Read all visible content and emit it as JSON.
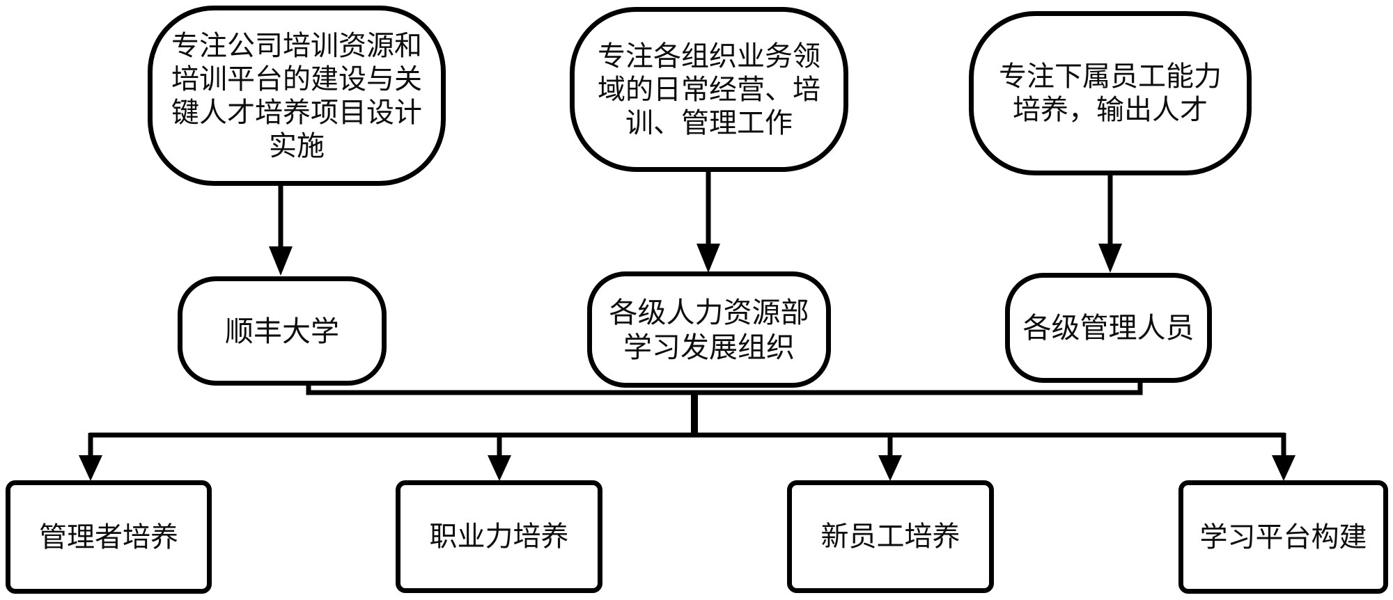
{
  "colors": {
    "line": "#000000",
    "background": "#ffffff",
    "text": "#0d0d0d"
  },
  "diagram": {
    "type": "flowchart",
    "nodes": {
      "t1": {
        "text": "专注公司培训资源和\n培训平台的建设与关\n键人才培养项目设计\n实施"
      },
      "t2": {
        "text": "专注各组织业务领\n域的日常经营、培\n训、管理工作"
      },
      "t3": {
        "text": "专注下属员工能力\n培养，输出人才"
      },
      "m1": {
        "text": "顺丰大学"
      },
      "m2": {
        "text": "各级人力资源部\n学习发展组织"
      },
      "m3": {
        "text": "各级管理人员"
      },
      "b1": {
        "text": "管理者培养"
      },
      "b2": {
        "text": "职业力培养"
      },
      "b3": {
        "text": "新员工培养"
      },
      "b4": {
        "text": "学习平台构建"
      }
    },
    "edges": [
      {
        "from": "t1",
        "to": "m1",
        "arrow": true
      },
      {
        "from": "t2",
        "to": "m2",
        "arrow": true
      },
      {
        "from": "t3",
        "to": "m3",
        "arrow": true
      },
      {
        "from": "m1,m2,m3",
        "to": "b1",
        "arrow": true
      },
      {
        "from": "m1,m2,m3",
        "to": "b2",
        "arrow": true
      },
      {
        "from": "m1,m2,m3",
        "to": "b3",
        "arrow": true
      },
      {
        "from": "m1,m2,m3",
        "to": "b4",
        "arrow": true
      }
    ]
  }
}
